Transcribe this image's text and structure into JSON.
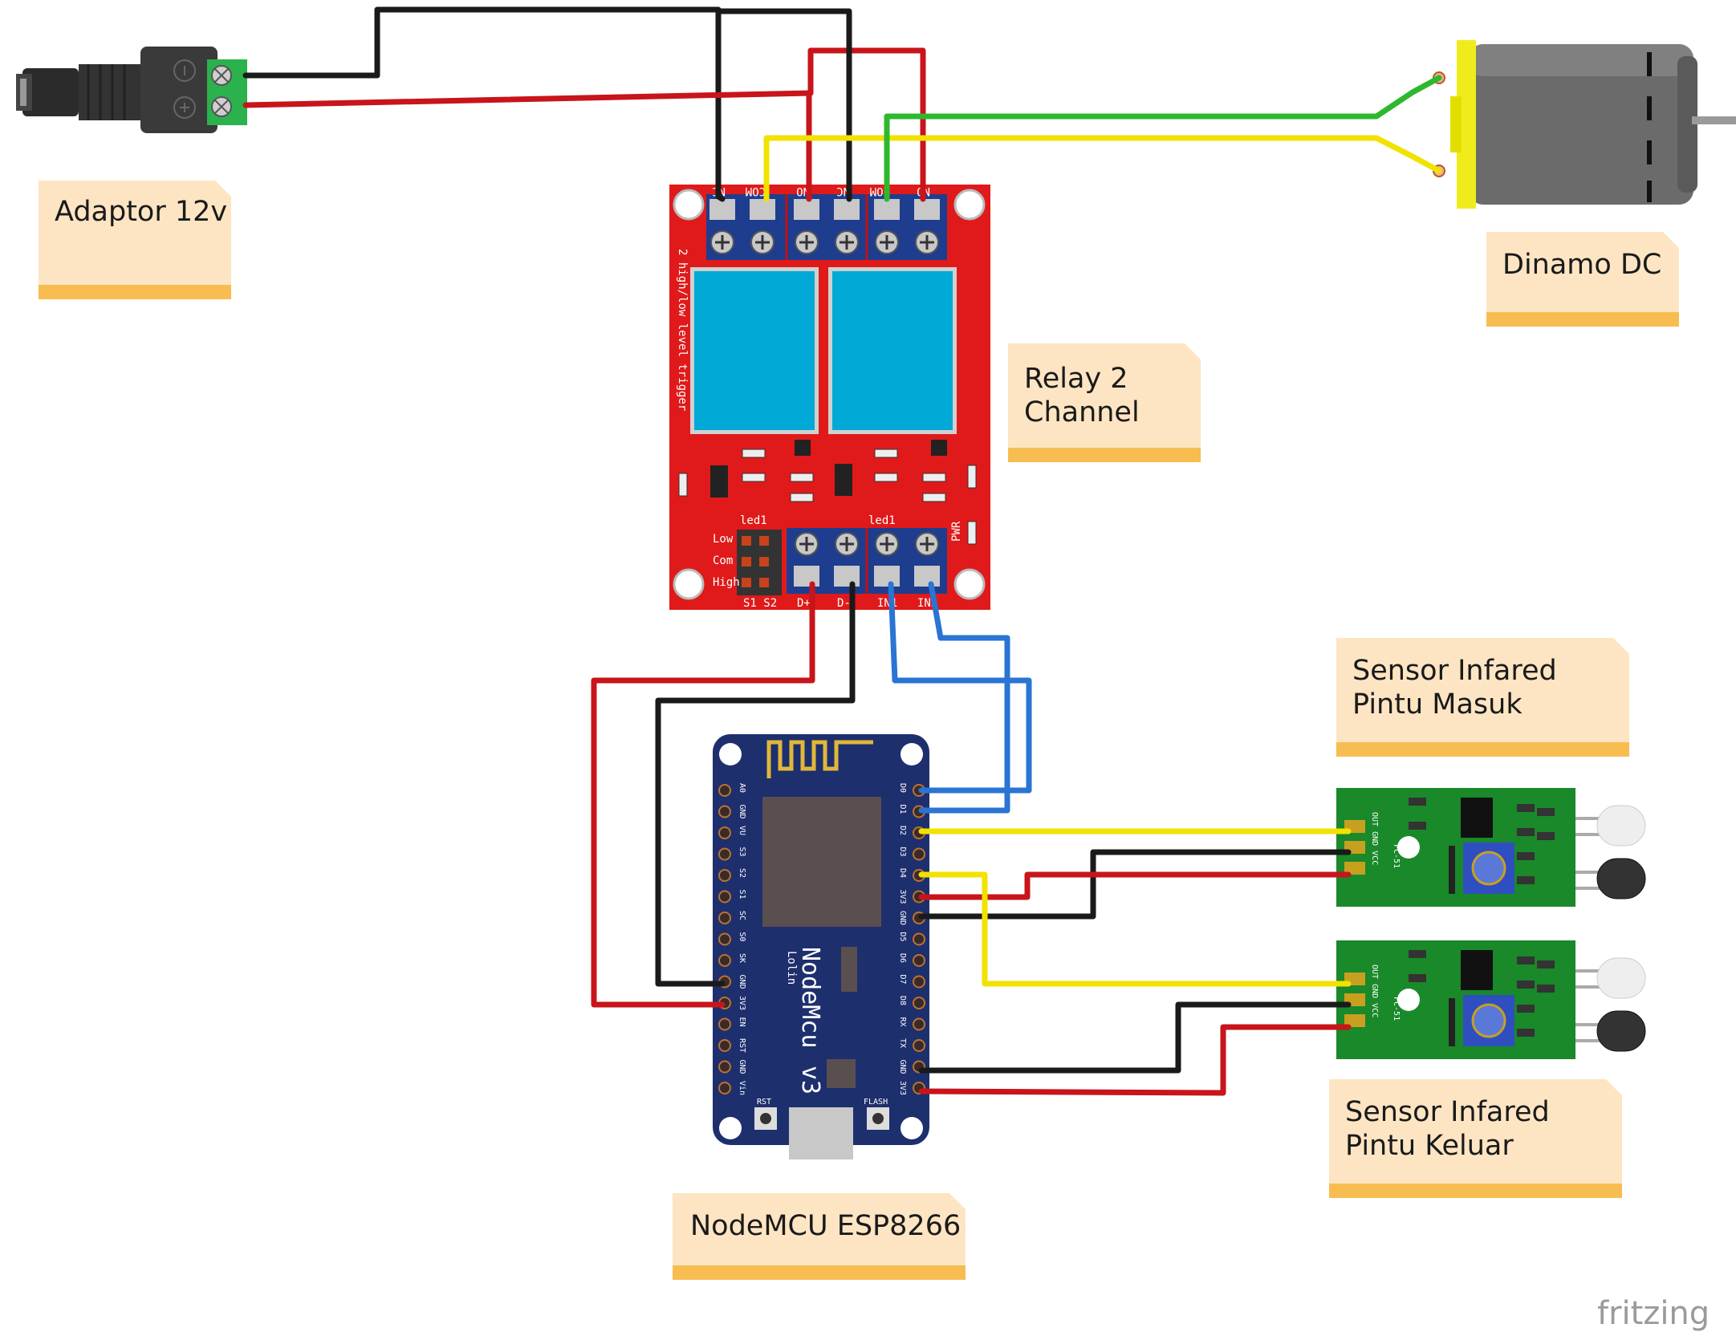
{
  "labels": {
    "adaptor": "Adaptor 12v",
    "dinamo": "Dinamo DC",
    "relay": [
      "Relay 2",
      "Channel"
    ],
    "sensor_masuk": [
      "Sensor Infared",
      "Pintu Masuk"
    ],
    "sensor_keluar": [
      "Sensor Infared",
      "Pintu Keluar"
    ],
    "nodemcu": "NodeMCU ESP8266"
  },
  "relay_board": {
    "top_pins": [
      "NC",
      "COM",
      "NO",
      "NC",
      "COM",
      "NO"
    ],
    "side_text": "2 high/low level trigger",
    "led_left": "led1",
    "led_right": "led1",
    "pwr": "PWR",
    "jumper_rows": [
      "Low",
      "Com",
      "High"
    ],
    "jumper_cols": "S1 S2",
    "bottom_pins": [
      "D+",
      "D-",
      "IN1",
      "IN2"
    ]
  },
  "nodemcu_board": {
    "title": "NodeMcu",
    "subtitle": "Lolin",
    "version": "v3",
    "left_pins": [
      "A0",
      "GND",
      "VU",
      "S3",
      "S2",
      "S1",
      "SC",
      "S0",
      "SK",
      "GND",
      "3V3",
      "EN",
      "RST",
      "GND",
      "Vin"
    ],
    "right_pins": [
      "D0",
      "D1",
      "D2",
      "D3",
      "D4",
      "3V3",
      "GND",
      "D5",
      "D6",
      "D7",
      "D8",
      "RX",
      "TX",
      "GND",
      "3V3"
    ],
    "rst": "RST",
    "flash": "FLASH"
  },
  "ir_sensor": {
    "pins": "OUT GND VCC",
    "model": "FC-51"
  },
  "watermark": "fritzing",
  "colors": {
    "wire_red": "#c8141b",
    "wire_black": "#1a1a1a",
    "wire_yellow": "#f2e200",
    "wire_green": "#2eb82e",
    "wire_blue": "#2a74d4",
    "relay_board": "#e01a1a",
    "relay_coil": "#00a9d6",
    "nodemcu_board": "#1e2f6e",
    "sensor_board": "#19892a",
    "note_bg": "#fde5c3",
    "note_bar": "#f7bd50",
    "motor_body": "#6b6b6b",
    "motor_cap": "#f0ec1c"
  }
}
